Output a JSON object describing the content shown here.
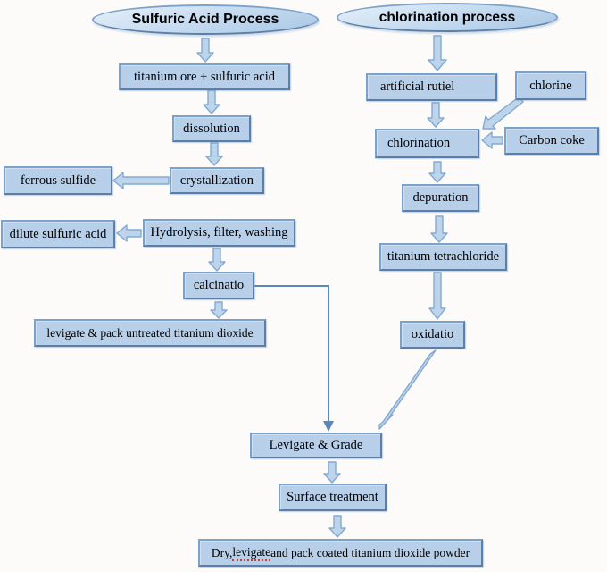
{
  "headers": {
    "sulfuric": "Sulfuric Acid Process",
    "chlorination": "chlorination process"
  },
  "nodes": {
    "titanium_ore": "titanium ore + sulfuric acid",
    "dissolution": "dissolution",
    "crystallization": "crystallization",
    "ferrous_sulfide": "ferrous sulfide",
    "dilute_sulfuric_acid": "dilute sulfuric acid",
    "hydrolysis": "Hydrolysis, filter, washing",
    "calcination": "calcinatio",
    "levigate_pack_untreated": "levigate & pack untreated titanium dioxide",
    "artificial_rutile": "artificial rutiel",
    "chlorine": "chlorine",
    "chlorination": "chlorination",
    "carbon_coke": "Carbon coke",
    "depuration": "depuration",
    "titanium_tetrachloride": "titanium tetrachloride",
    "oxidation": "oxidatio",
    "levigate_grade": "Levigate & Grade",
    "surface_treatment": "Surface treatment",
    "final_prefix": "Dry, ",
    "final_misspelled": "levigate",
    "final_suffix": " and pack coated titanium dioxide powder"
  },
  "colors": {
    "background": "#fcfbfa",
    "box_fill": "#b8cfe9",
    "box_border": "#7da2c9",
    "box_border_dark": "#5a7fa8",
    "arrow_fill": "#bcd4ec",
    "arrow_outline": "#84a9cf",
    "connector": "#5c87b8",
    "spellcheck_underline": "#d23a2a",
    "text": "#000000"
  }
}
